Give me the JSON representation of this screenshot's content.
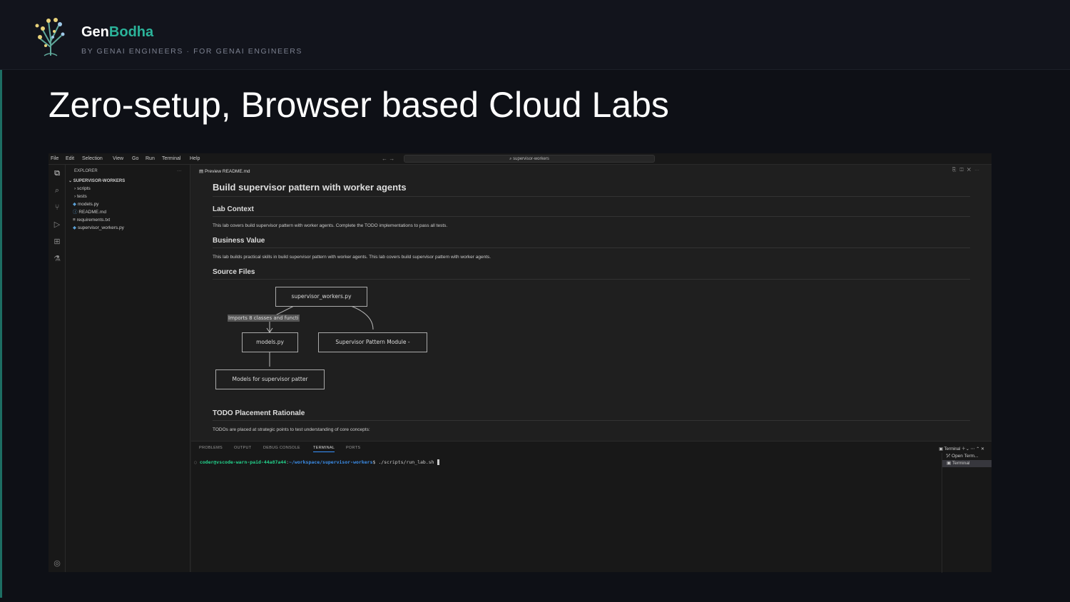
{
  "header": {
    "brand_part1": "Gen",
    "brand_part2": "Bodha",
    "tagline": "BY GENAI ENGINEERS · FOR GENAI ENGINEERS",
    "logo": "tree-logo"
  },
  "slide_title": "Zero-setup, Browser based Cloud Labs",
  "colors": {
    "accent": "#2bb39a",
    "background": "#0e1016"
  },
  "vscode": {
    "menu": [
      "File",
      "Edit",
      "Selection",
      "View",
      "Go",
      "Run",
      "Terminal",
      "Help"
    ],
    "search": "supervisor-workers",
    "explorer": {
      "title": "EXPLORER",
      "folder": "SUPERVISOR-WORKERS",
      "items": [
        {
          "label": "scripts",
          "icon": "chevron-right-icon"
        },
        {
          "label": "tests",
          "icon": "chevron-right-icon"
        },
        {
          "label": "models.py",
          "icon": "python-icon"
        },
        {
          "label": "README.md",
          "icon": "info-icon"
        },
        {
          "label": "requirements.txt",
          "icon": "text-file-icon"
        },
        {
          "label": "supervisor_workers.py",
          "icon": "python-icon"
        }
      ]
    },
    "editor_tab": "Preview README.md",
    "doc": {
      "title": "Build supervisor pattern with worker agents",
      "h_context": "Lab Context",
      "p_context": "This lab covers build supervisor pattern with worker agents. Complete the TODO implementations to pass all tests.",
      "h_value": "Business Value",
      "p_value": "This lab builds practical skills in build supervisor pattern with worker agents. This lab covers build supervisor pattern with worker agents.",
      "h_source": "Source Files",
      "diagram": {
        "root": "supervisor_workers.py",
        "edge_label": "Imports 8 classes and functi",
        "models": "models.py",
        "module": "Supervisor Pattern Module -",
        "models_desc": "Models for supervisor patter"
      },
      "h_todo": "TODO Placement Rationale",
      "p_todo": "TODOs are placed at strategic points to test understanding of core concepts:"
    },
    "panel": {
      "tabs": [
        "PROBLEMS",
        "OUTPUT",
        "DEBUG CONSOLE",
        "TERMINAL",
        "PORTS"
      ],
      "active": "TERMINAL",
      "prompt_user": "coder@vscode-warn-paid-44a87a44",
      "prompt_path": "~/workspace/supervisor-workers",
      "command": "./scripts/run_lab.sh",
      "terminal_label": "Terminal",
      "side_items": [
        "Open Term...",
        "Terminal"
      ]
    }
  }
}
